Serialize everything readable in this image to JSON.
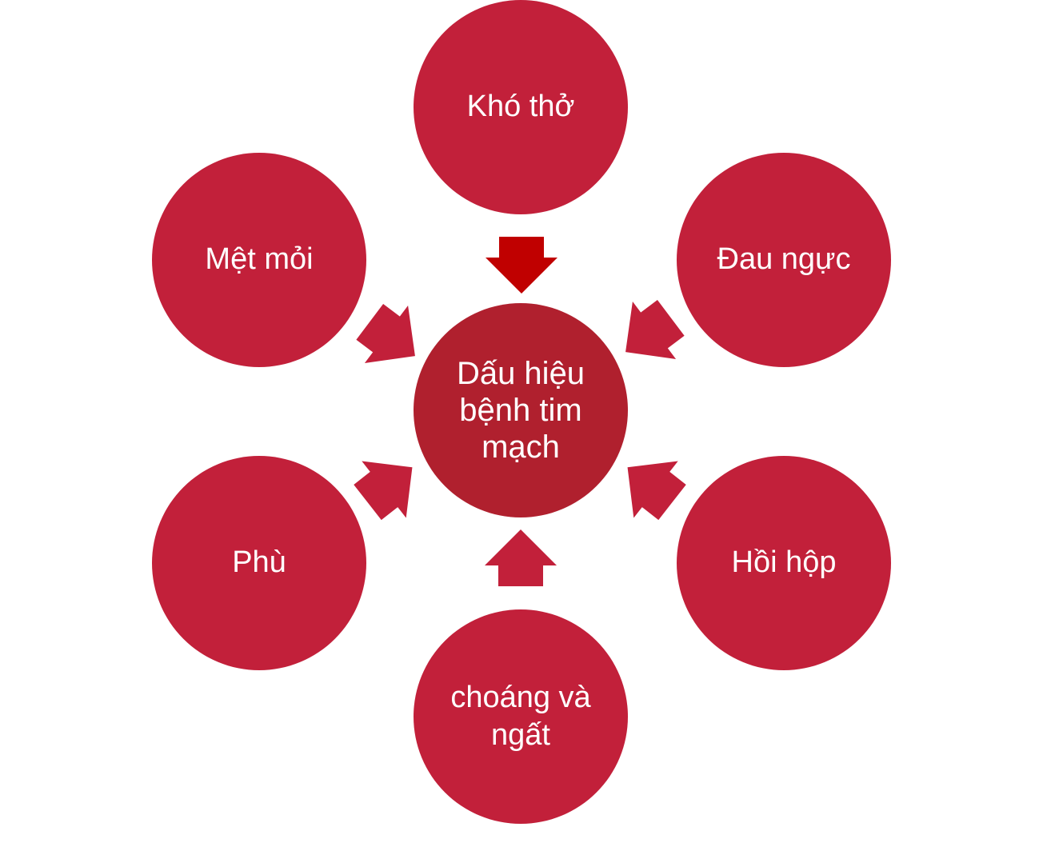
{
  "center": {
    "label": "Dấu hiệu\nbệnh tim\nmạch"
  },
  "symptoms": {
    "top": "Khó thở",
    "upper_right": "Đau ngực",
    "lower_right": "Hồi hộp",
    "bottom": "choáng và\nngất",
    "lower_left": "Phù",
    "upper_left": "Mệt mỏi"
  },
  "colors": {
    "circle": "#c2203a",
    "center_circle": "#b0202e",
    "arrow": "#c2203a",
    "arrow_top": "#c00000",
    "text": "#ffffff"
  }
}
